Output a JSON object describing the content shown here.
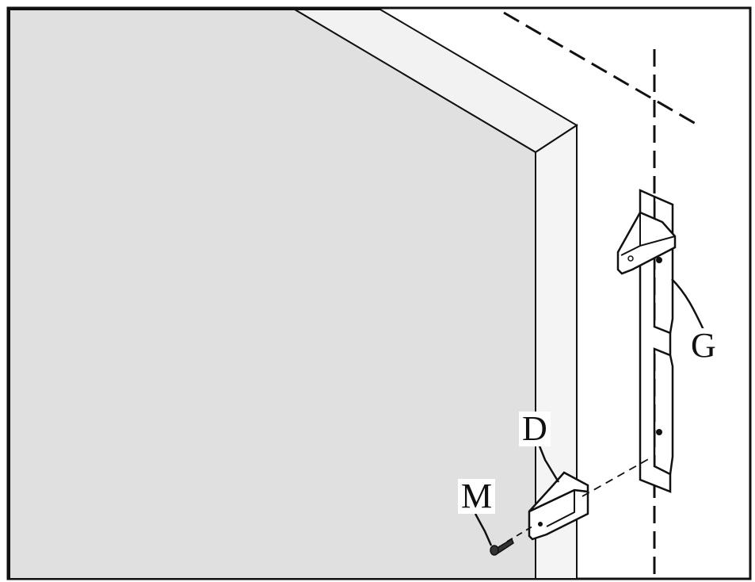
{
  "diagram": {
    "labels": {
      "g": "G",
      "d": "D",
      "m": "M"
    },
    "colors": {
      "panel_face": "#e0e0e0",
      "panel_edge": "#f4f4f4",
      "panel_top": "#f2f2f2",
      "line": "#111111",
      "background": "#ffffff"
    },
    "parts": [
      "panel",
      "wall-rail",
      "cabinet-bracket",
      "screw"
    ]
  }
}
